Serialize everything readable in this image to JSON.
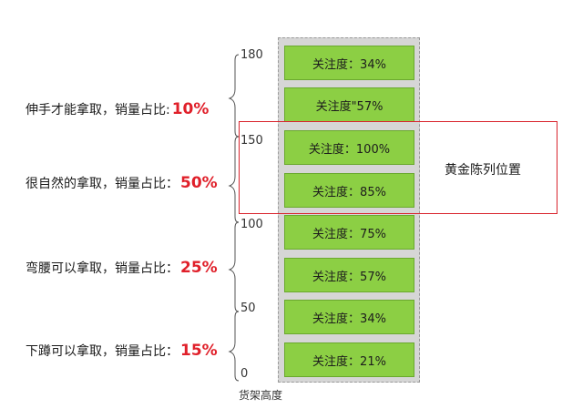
{
  "zones": [
    {
      "text": "伸手才能拿取，销量占比:",
      "pct": "10%"
    },
    {
      "text": "很自然的拿取，销量占比：",
      "pct": "50%"
    },
    {
      "text": "弯腰可以拿取，销量占比：",
      "pct": "25%"
    },
    {
      "text": "下蹲可以拿取，销量占比：",
      "pct": "15%"
    }
  ],
  "axis": {
    "ticks": [
      "180",
      "150",
      "100",
      "50",
      "0"
    ],
    "caption": "货架高度"
  },
  "shelf_blocks": [
    {
      "text": "关注度：34%"
    },
    {
      "text": "关注度\"57%"
    },
    {
      "text": "关注度：100%"
    },
    {
      "text": "关注度：85%"
    },
    {
      "text": "关注度：75%"
    },
    {
      "text": "关注度：57%"
    },
    {
      "text": "关注度：34%"
    },
    {
      "text": "关注度：21%"
    }
  ],
  "golden_zone": {
    "label": "黄金陈列位置"
  },
  "colors": {
    "block_fill": "#8ccf44",
    "highlight": "#d9232c",
    "pct_text": "#e0202a"
  }
}
